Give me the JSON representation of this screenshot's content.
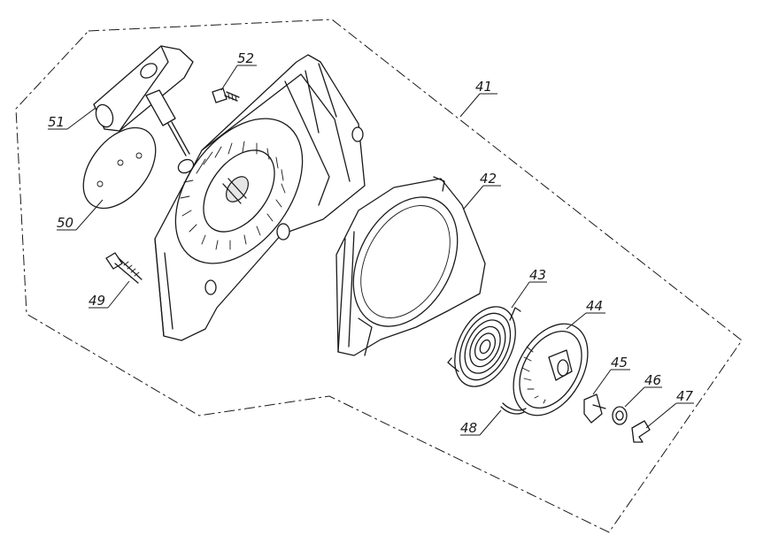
{
  "labels": {
    "p41": "41",
    "p42": "42",
    "p43": "43",
    "p44": "44",
    "p45": "45",
    "p46": "46",
    "p47": "47",
    "p48": "48",
    "p49": "49",
    "p50": "50",
    "p51": "51",
    "p52": "52"
  },
  "colors": {
    "line": "#1a1a1a",
    "background": "#ffffff"
  }
}
